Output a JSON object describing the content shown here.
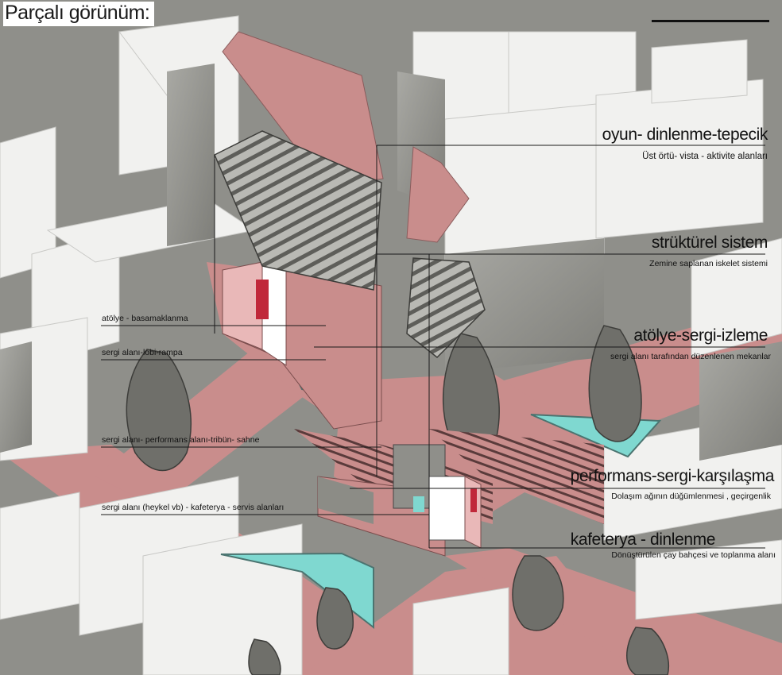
{
  "title": "Parçalı görünüm:",
  "right_labels": [
    {
      "heading": "oyun- dinlenme-tepecik",
      "sub": "Üst örtü- vista - aktivite alanları"
    },
    {
      "heading": "strüktürel sistem",
      "sub": "Zemine saplanan iskelet sistemi"
    },
    {
      "heading": "atölye-sergi-izleme",
      "sub": "sergi alanı tarafından düzenlenen mekanlar"
    },
    {
      "heading": "performans-sergi-karşılaşma",
      "sub": "Dolaşım ağının düğümlenmesi , geçirgenlik"
    },
    {
      "heading": "kafeterya - dinlenme",
      "sub": "Dönüştürülen çay bahçesi ve toplanma alanı"
    }
  ],
  "left_labels": [
    "atölye - basamaklanma",
    "sergi alanı-lobi-rampa",
    "sergi alanı- performans alanı-tribün- sahne",
    "sergi alanı (heykel vb) - kafeterya - servis alanları"
  ],
  "colors": {
    "concrete": "#9c9c97",
    "concrete_dark": "#6f6f6a",
    "building_white": "#f1f1ef",
    "pink_ground": "#c98d8c",
    "pink_dark": "#a86a6a",
    "water": "#7fd8d0",
    "line": "#1a1a1a"
  },
  "icons": [
    "scale-bar"
  ]
}
